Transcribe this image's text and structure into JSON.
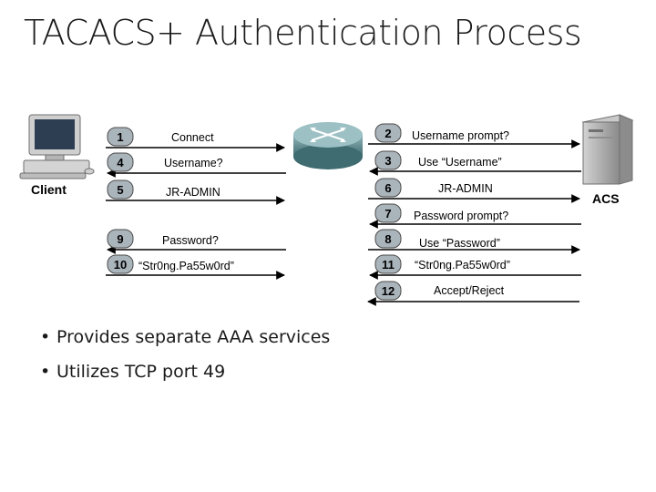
{
  "title": "TACACS+ Authentication Process",
  "client_label": "Client",
  "server_label": "ACS",
  "left_steps": [
    {
      "num": "1",
      "label": "Connect"
    },
    {
      "num": "4",
      "label": "Username?"
    },
    {
      "num": "5",
      "label": "JR-ADMIN"
    },
    {
      "num": "9",
      "label": "Password?"
    },
    {
      "num": "10",
      "label": "“Str0ng.Pa55w0rd”"
    }
  ],
  "right_steps": [
    {
      "num": "2",
      "label": "Username prompt?"
    },
    {
      "num": "3",
      "label": "Use “Username”"
    },
    {
      "num": "6",
      "label": "JR-ADMIN"
    },
    {
      "num": "7",
      "label": "Password prompt?"
    },
    {
      "num": "8",
      "label": "Use “Password”"
    },
    {
      "num": "11",
      "label": "“Str0ng.Pa55w0rd”"
    },
    {
      "num": "12",
      "label": "Accept/Reject"
    }
  ],
  "bullets": [
    "Provides separate AAA services",
    "Utilizes TCP port 49"
  ],
  "colors": {
    "badge_fill": "#aab4bb",
    "arrow": "#000000",
    "router": "#5e8a8f",
    "server": "#a8a8a8"
  },
  "icons": [
    "client-pc-icon",
    "router-icon",
    "acs-server-icon"
  ]
}
